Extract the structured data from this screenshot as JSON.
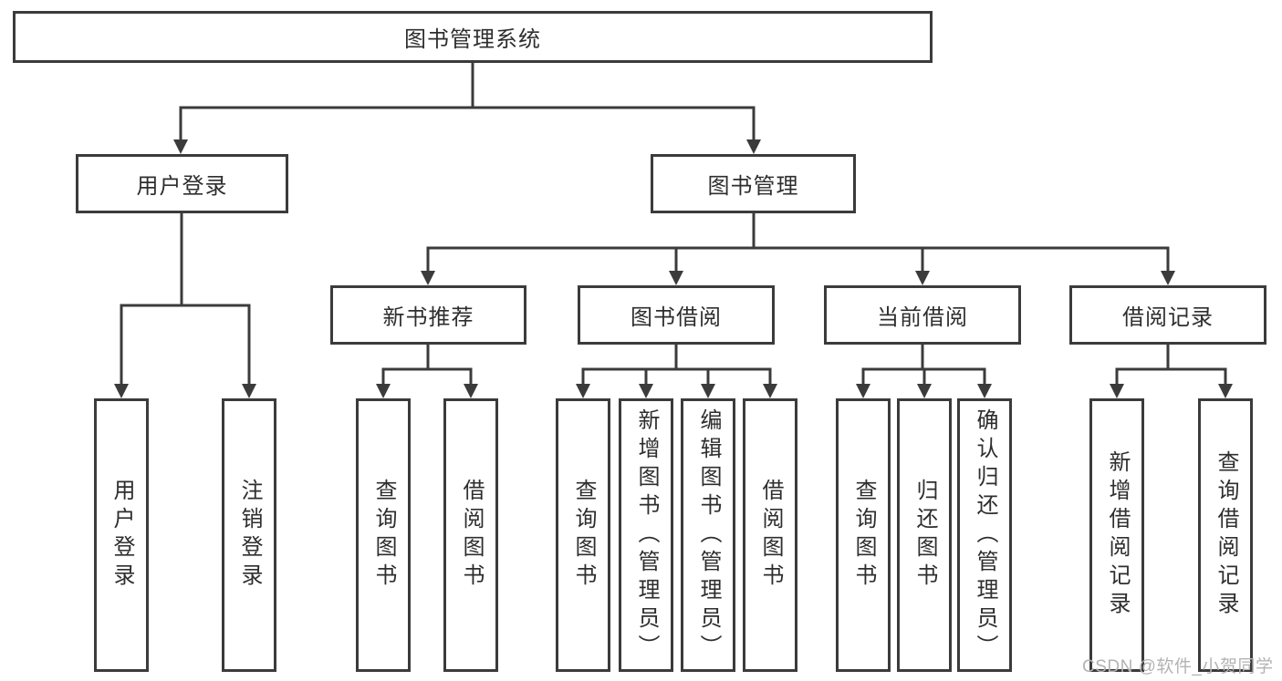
{
  "title": "图书管理系统",
  "watermark": "CSDN @软件_小贺同学",
  "colors": {
    "line": "#3b3b3b",
    "text": "#2e2e2e",
    "background": "#ffffff",
    "watermark": "#b3b3b3"
  },
  "tree": {
    "label": "图书管理系统",
    "children": [
      {
        "label": "用户登录",
        "children": [
          {
            "label": "用户登录"
          },
          {
            "label": "注销登录"
          }
        ]
      },
      {
        "label": "图书管理",
        "children": [
          {
            "label": "新书推荐",
            "children": [
              {
                "label": "查询图书"
              },
              {
                "label": "借阅图书"
              }
            ]
          },
          {
            "label": "图书借阅",
            "children": [
              {
                "label": "查询图书"
              },
              {
                "label": "新增图书（管理员）"
              },
              {
                "label": "编辑图书（管理员）"
              },
              {
                "label": "借阅图书"
              }
            ]
          },
          {
            "label": "当前借阅",
            "children": [
              {
                "label": "查询图书"
              },
              {
                "label": "归还图书"
              },
              {
                "label": "确认归还（管理员）"
              }
            ]
          },
          {
            "label": "借阅记录",
            "children": [
              {
                "label": "新增借阅记录"
              },
              {
                "label": "查询借阅记录"
              }
            ]
          }
        ]
      }
    ]
  }
}
